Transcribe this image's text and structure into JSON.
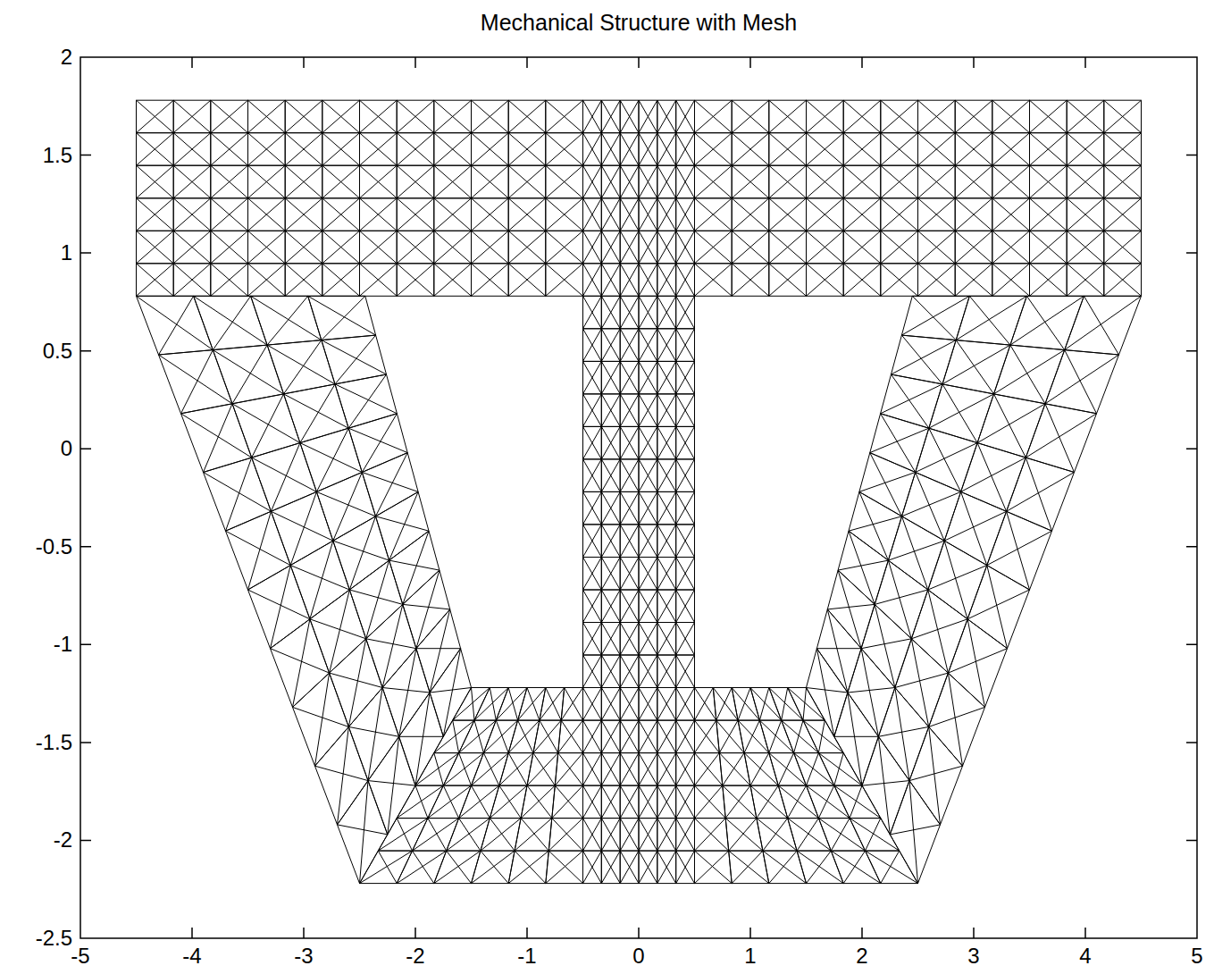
{
  "diagram": {
    "title": "Mechanical Structure with Mesh",
    "labels": [
      "2",
      "1.5",
      "1",
      "0.5",
      "0",
      "-0.5",
      "-1",
      "-1.5",
      "-2",
      "-2.5",
      "-5",
      "-4",
      "-3",
      "-2",
      "-1",
      "0",
      "1",
      "2",
      "3",
      "4",
      "5"
    ]
  }
}
